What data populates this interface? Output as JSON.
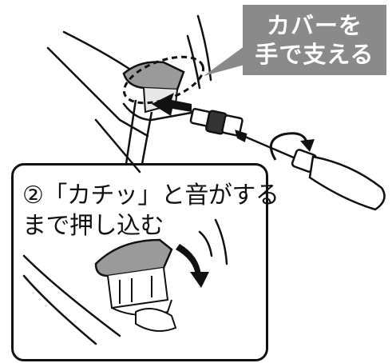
{
  "callout": {
    "line1": "カバーを",
    "line2": "手で支える"
  },
  "step": {
    "line1": "②「カチッ」と音がする",
    "line2": "まで押し込む"
  },
  "colors": {
    "callout_bg": "#8a8a8a",
    "cover": "#9a9a9a",
    "outline": "#111111"
  },
  "icons": [
    "push-arrow-icon",
    "rotate-arrow-icon",
    "screwdriver-icon",
    "connector-icon"
  ]
}
